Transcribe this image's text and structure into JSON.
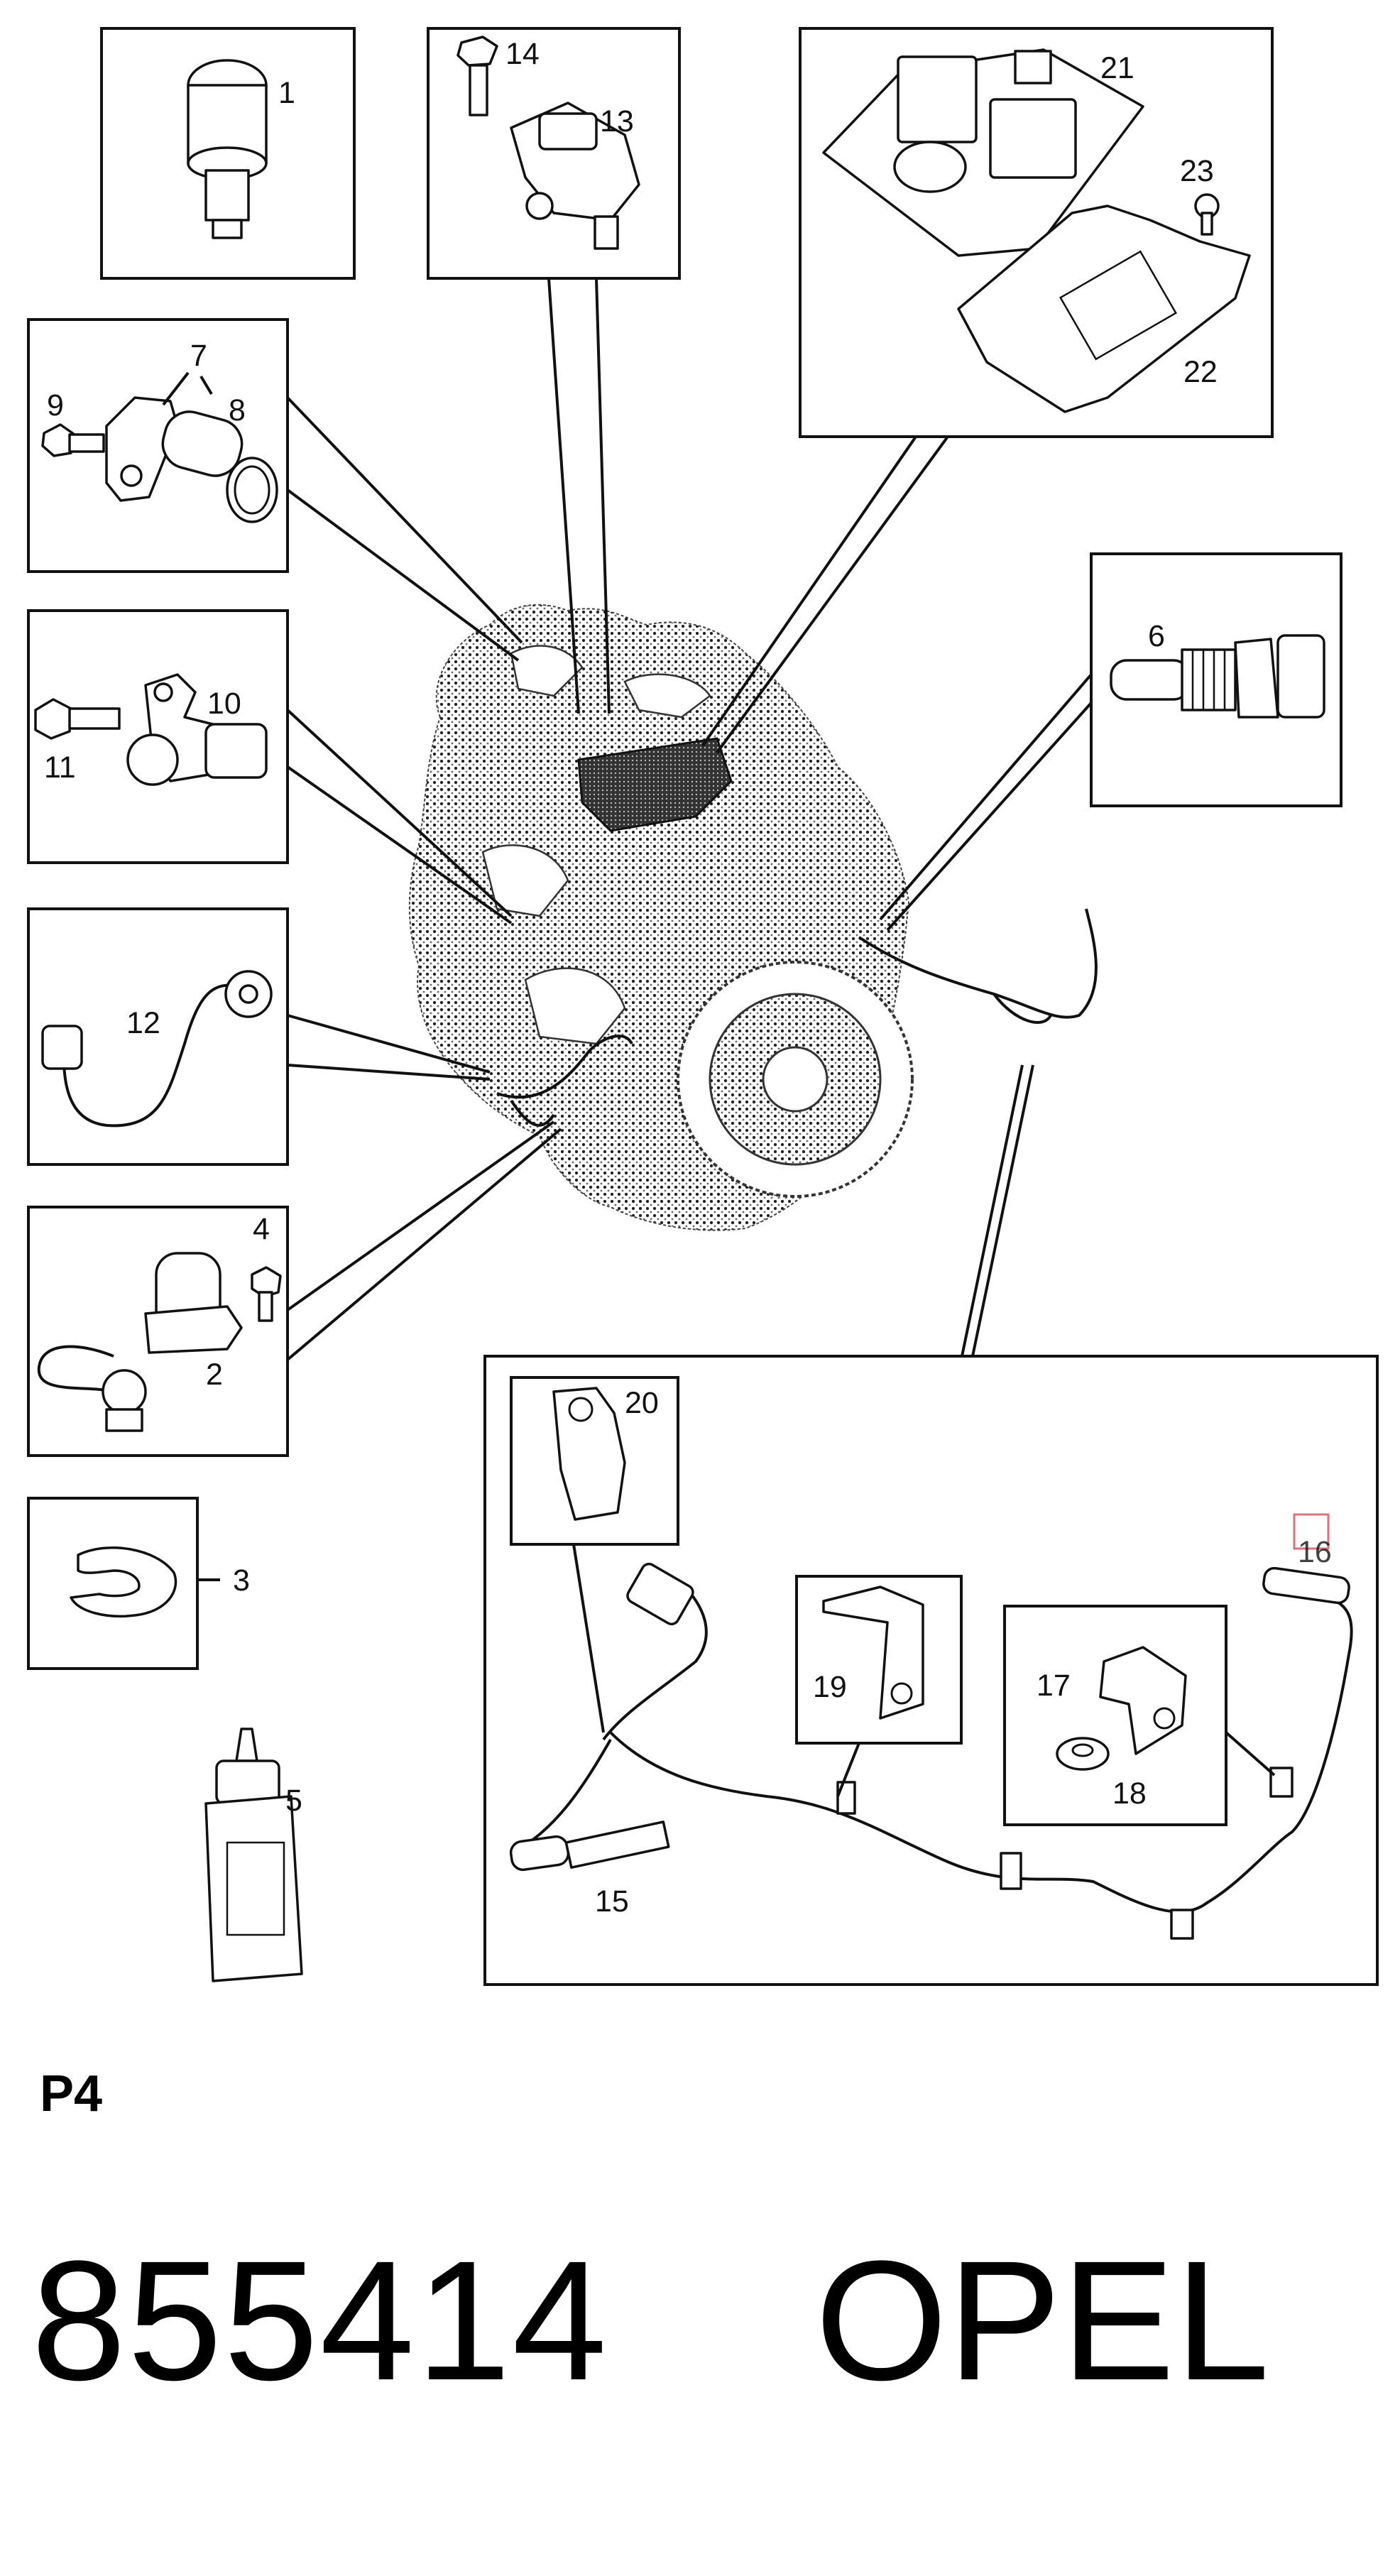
{
  "callouts": {
    "c1": "1",
    "c2": "2",
    "c3": "3",
    "c4": "4",
    "c5": "5",
    "c6": "6",
    "c7": "7",
    "c8": "8",
    "c9": "9",
    "c10": "10",
    "c11": "11",
    "c12": "12",
    "c13": "13",
    "c14": "14",
    "c15": "15",
    "c16": "16",
    "c17": "17",
    "c18": "18",
    "c19": "19",
    "c20": "20",
    "c21": "21",
    "c22": "22",
    "c23": "23"
  },
  "footer": {
    "page_label": "P4",
    "part_number": "855414",
    "brand": "OPEL"
  },
  "colors": {
    "line": "#111111",
    "background": "#ffffff",
    "highlight": "#e0707a"
  }
}
